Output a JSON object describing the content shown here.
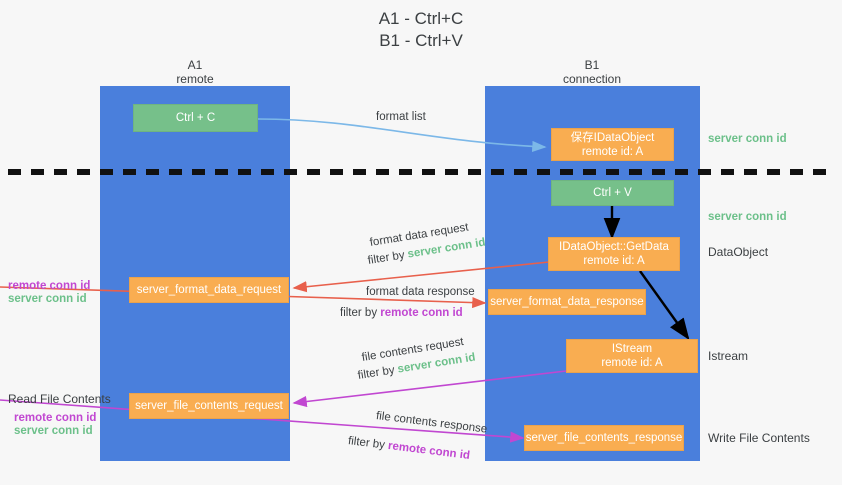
{
  "title": {
    "line1": "A1 - Ctrl+C",
    "line2": "B1 - Ctrl+V"
  },
  "lanes": [
    {
      "name": "A1",
      "subtitle": "remote"
    },
    {
      "name": "B1",
      "subtitle": "connection"
    }
  ],
  "boxes": {
    "ctrl_c": {
      "label": "Ctrl + C"
    },
    "ctrl_v": {
      "label": "Ctrl + V"
    },
    "idataobject": {
      "line1": "保存IDataObject",
      "line2": "remote id: A"
    },
    "getdata": {
      "line1": "IDataObject::GetData",
      "line2": "remote id: A"
    },
    "istream": {
      "line1": "IStream",
      "line2": "remote id: A"
    },
    "format_data_request": {
      "label": "server_format_data_request"
    },
    "format_data_response": {
      "label": "server_format_data_response"
    },
    "file_contents_request": {
      "label": "server_file_contents_request"
    },
    "file_contents_response": {
      "label": "server_file_contents_response"
    }
  },
  "tags": {
    "server_conn_id_1": "server conn id",
    "server_conn_id_2": "server conn id",
    "left_remote_conn_id_1": "remote conn id",
    "left_server_conn_id_1": "server conn id",
    "left_remote_conn_id_2": "remote conn id",
    "left_server_conn_id_2": "server conn id"
  },
  "side_labels": {
    "dataobject": "DataObject",
    "istream": "Istream",
    "write_file_contents": "Write File Contents",
    "read_file_contents": "Read File Contents"
  },
  "annotations": {
    "format_list": "format list",
    "format_data_request": "format data request",
    "format_data_request_filter_prefix": "filter by ",
    "format_data_request_filter_value": "server conn id",
    "format_data_response": "format data response",
    "format_data_response_filter_prefix": "filter by ",
    "format_data_response_filter_value": "remote conn id",
    "file_contents_request": "file contents request",
    "file_contents_request_filter_prefix": "filter by ",
    "file_contents_request_filter_value": "server conn id",
    "file_contents_response": "file contents response",
    "file_contents_response_filter_prefix": "filter by ",
    "file_contents_response_filter_value": "remote conn id"
  },
  "colors": {
    "lane": "#4a7fdc",
    "green_box": "#76c08a",
    "orange_box": "#f9ad51",
    "server_conn_id": "#6cc08a",
    "remote_conn_id": "#c147d1",
    "arrow_blue": "#7cb8e8",
    "arrow_red": "#e8604c",
    "arrow_magenta": "#c147d1",
    "arrow_black": "#000000",
    "divider": "#111111"
  }
}
